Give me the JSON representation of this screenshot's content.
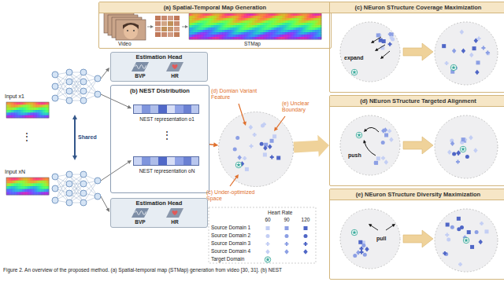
{
  "diagram": {
    "caption": "Figure 2. An overview of the proposed method. (a) Spatial-temporal map (STMap) generation from video [30, 31]. (b) NEST",
    "nodes": [
      {
        "text": [
          "(a) Spatial-Temporal Map Generation"
        ]
      },
      {
        "text": [
          "(c) NEuron STructure Coverage Maximization"
        ]
      },
      {
        "text": [
          "Input x1"
        ]
      },
      {
        "text": [
          "Estimation Head",
          "BVP",
          "HR"
        ]
      },
      {
        "text": [
          "(b) NEST Distribution"
        ]
      },
      {
        "text": [
          "NEST representation o1"
        ],
        "in": 4
      },
      {
        "text": [
          "NEST representation oN"
        ],
        "in": 4
      },
      {
        "text": [
          "(d) Domian Variant Feature",
          "(e) Unclear Boundary",
          "(c) Under-optimized Space"
        ]
      },
      {
        "text": [
          "(d) NEuron STructure Targeted Alignment"
        ]
      },
      {
        "text": [
          "Input xN"
        ]
      },
      {
        "text": [
          "Estimation Head",
          "BVP",
          "HR"
        ]
      },
      {
        "text": [
          "(e) NEuron STructure Diversity Maximization"
        ]
      }
    ],
    "edges": [
      {
        "from": 4,
        "to": 7,
        "arrow": "to"
      },
      {
        "from": 7,
        "to": 8,
        "arrow": "to"
      }
    ],
    "labels": [
      "Video",
      "STMap",
      "Shared",
      "⋮",
      "⋮",
      "Heart Rate",
      "60",
      "90",
      "120",
      "expand",
      "push",
      "pull"
    ],
    "legend": [
      {
        "text": "Source Domain 1"
      },
      {
        "text": "Source Domain 2"
      },
      {
        "text": "Source Domain 3"
      },
      {
        "text": "Source Domain 4"
      },
      {
        "text": "Target Domain"
      }
    ]
  }
}
